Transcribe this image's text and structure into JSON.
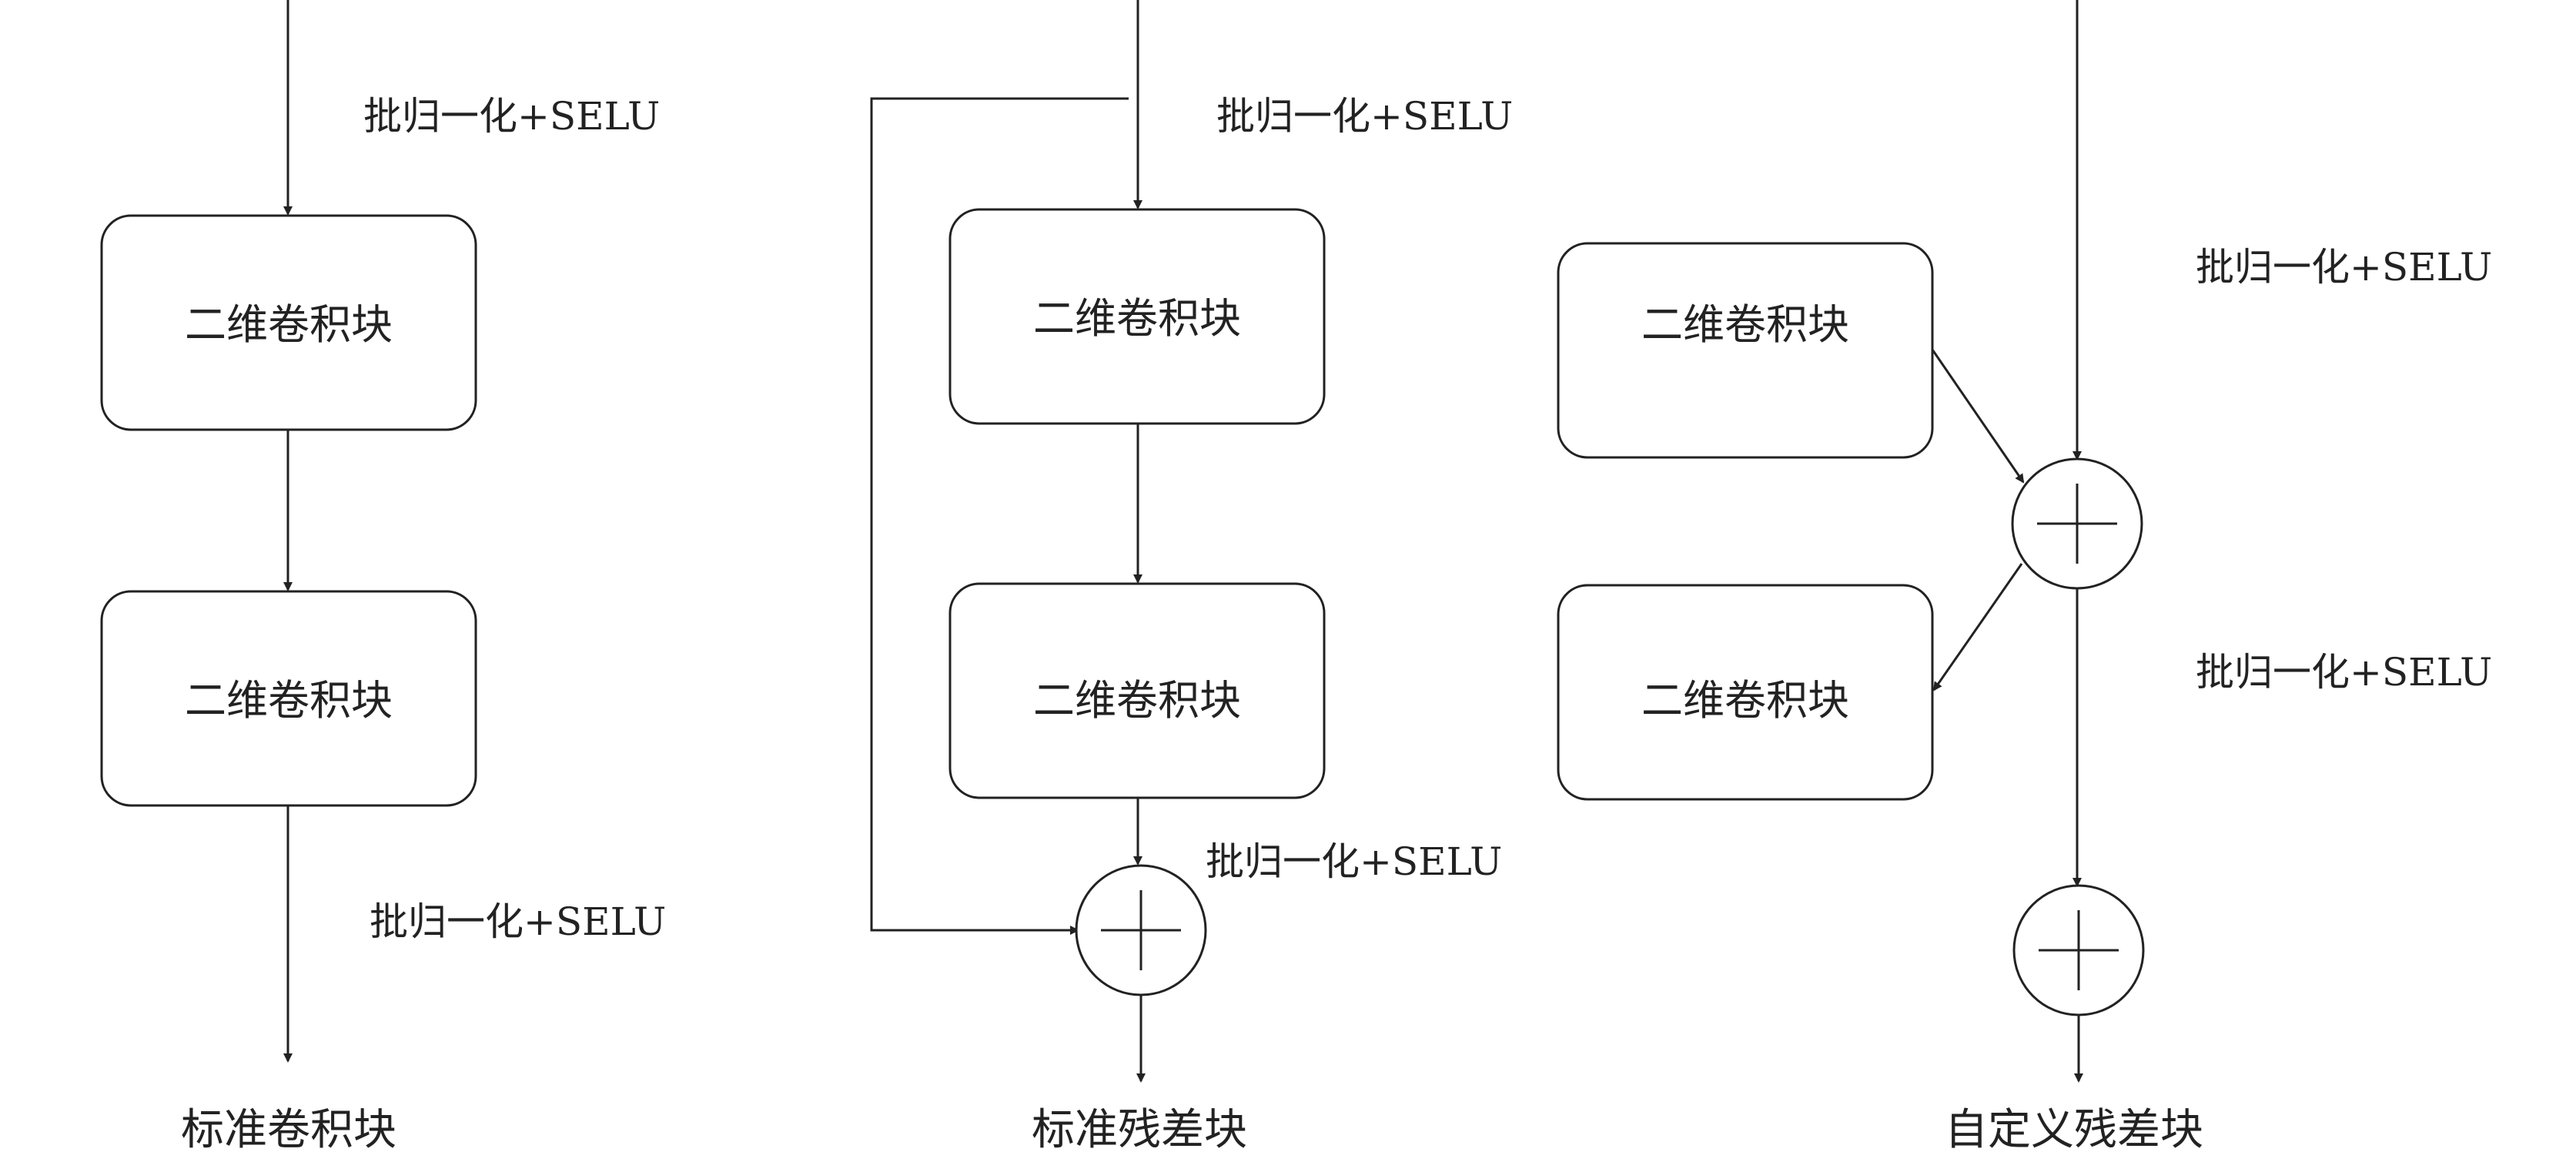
{
  "labels": {
    "conv_block": "二维卷积块",
    "bn_selu": "批归一化+SELU"
  },
  "captions": {
    "standard_conv": "标准卷积块",
    "standard_residual": "标准残差块",
    "custom_residual": "自定义残差块"
  },
  "colors": {
    "stroke": "#222222",
    "background": "#ffffff"
  }
}
